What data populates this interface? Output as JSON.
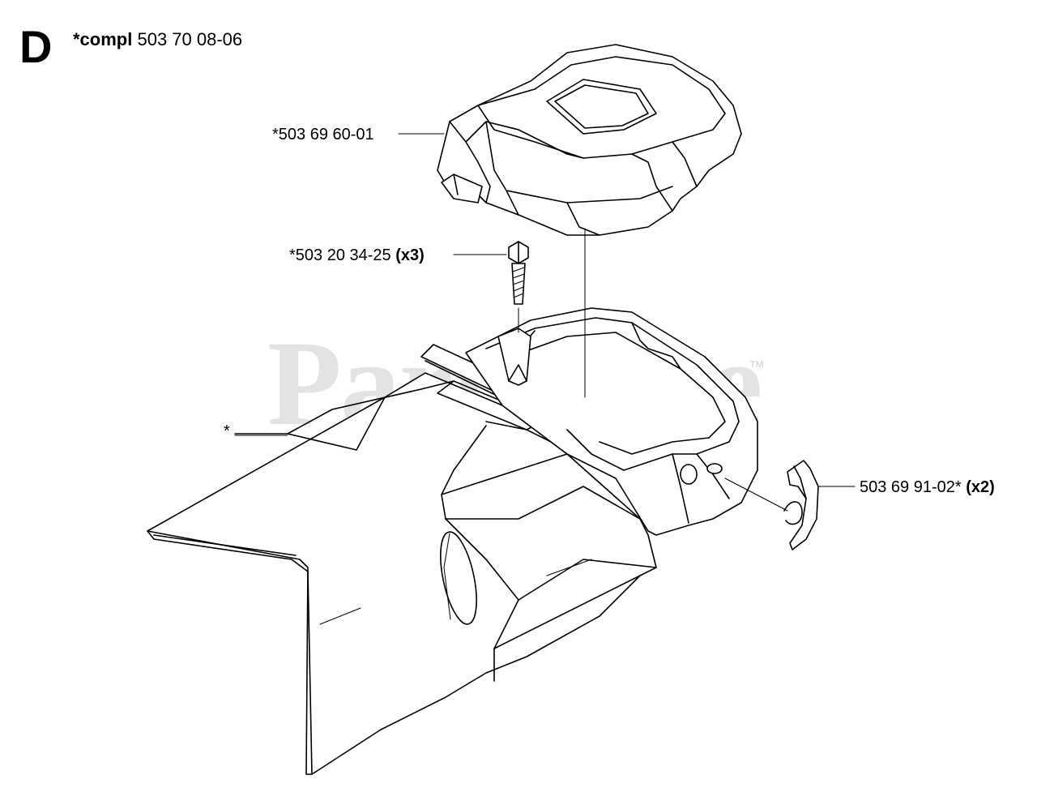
{
  "diagram": {
    "section_letter": "D",
    "compl": {
      "prefix": "*compl",
      "number": "503 70 08-06"
    },
    "parts": [
      {
        "id": "cover",
        "number": "*503 69 60-01",
        "qty": ""
      },
      {
        "id": "screw",
        "number": "*503 20 34-25",
        "qty": "(x3)"
      },
      {
        "id": "housing",
        "number": "*",
        "qty": ""
      },
      {
        "id": "clip",
        "number": "503 69 91-02*",
        "qty": "(x2)"
      }
    ]
  },
  "watermark": {
    "text": "PartsTree",
    "tm": "™"
  }
}
